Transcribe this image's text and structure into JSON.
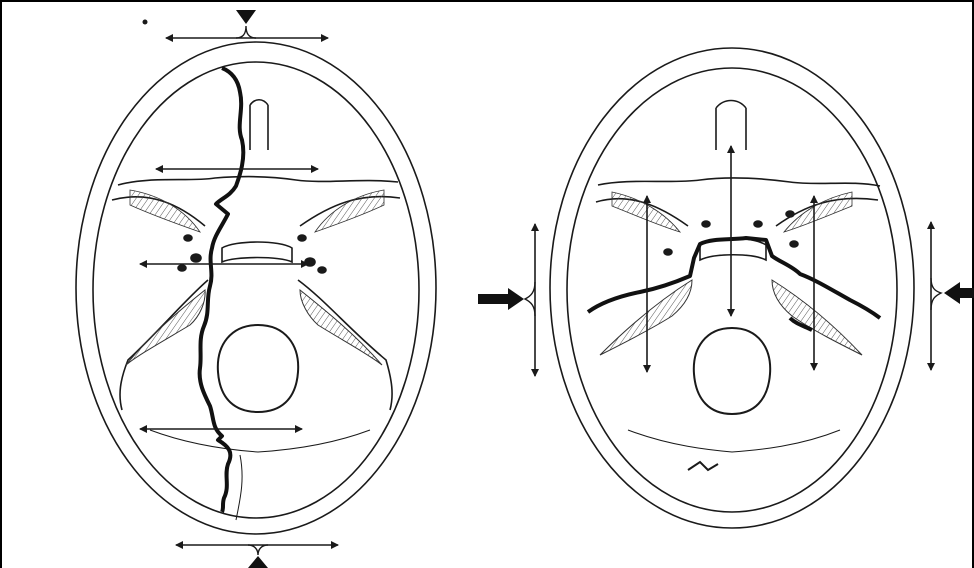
{
  "figure": {
    "panels": [
      {
        "name": "left-skull",
        "fracture": "longitudinal",
        "force_direction": "front-back"
      },
      {
        "name": "right-skull",
        "fracture": "transverse",
        "force_direction": "side-side"
      }
    ]
  },
  "colors": {
    "ink": "#1a1a1a",
    "background": "#ffffff"
  }
}
